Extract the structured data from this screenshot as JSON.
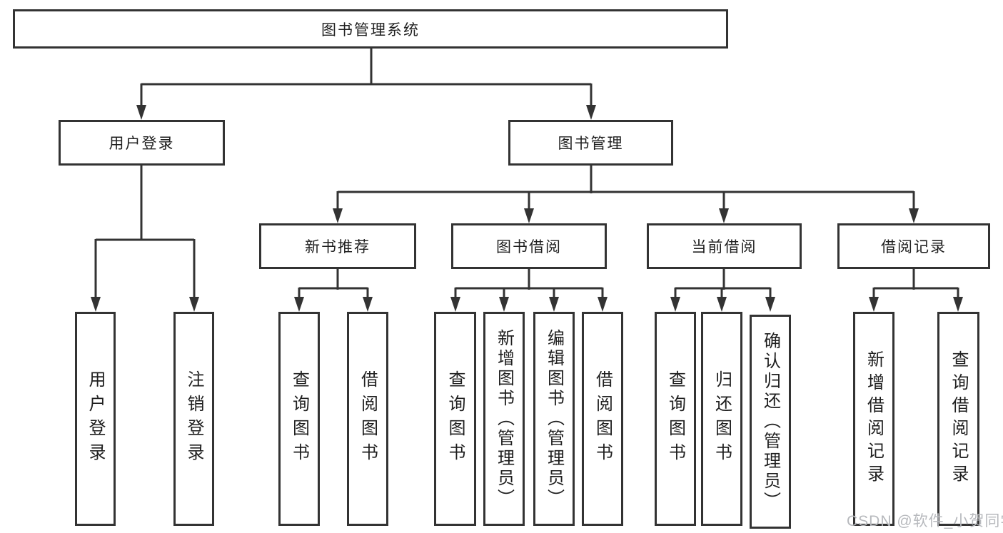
{
  "diagram": {
    "root": {
      "label": "图书管理系统"
    },
    "branches": [
      {
        "label": "用户登录",
        "leaves": [
          {
            "label": "用户登录"
          },
          {
            "label": "注销登录"
          }
        ]
      },
      {
        "label": "图书管理",
        "groups": [
          {
            "label": "新书推荐",
            "leaves": [
              {
                "label": "查询图书"
              },
              {
                "label": "借阅图书"
              }
            ]
          },
          {
            "label": "图书借阅",
            "leaves": [
              {
                "label": "查询图书"
              },
              {
                "label": "新增图书（管理员）"
              },
              {
                "label": "编辑图书（管理员）"
              },
              {
                "label": "借阅图书"
              }
            ]
          },
          {
            "label": "当前借阅",
            "leaves": [
              {
                "label": "查询图书"
              },
              {
                "label": "归还图书"
              },
              {
                "label": "确认归还（管理员）"
              }
            ]
          },
          {
            "label": "借阅记录",
            "leaves": [
              {
                "label": "新增借阅记录"
              },
              {
                "label": "查询借阅记录"
              }
            ]
          }
        ]
      }
    ]
  },
  "watermark": {
    "text": "CSDN @软件_小贺同学"
  },
  "colors": {
    "line": "#333333",
    "text": "#1f1f1f",
    "watermark": "#b7b9bd",
    "background": "#ffffff"
  }
}
